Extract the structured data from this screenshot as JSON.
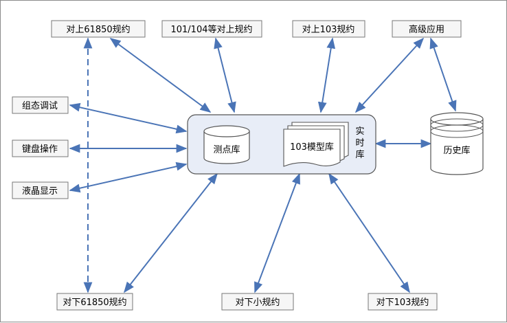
{
  "boxes": {
    "up_61850": "对上61850规约",
    "up_101_104": "101/104等对上规约",
    "up_103": "对上103规约",
    "advanced": "高级应用",
    "config_debug": "组态调试",
    "keyboard": "键盘操作",
    "lcd": "液晶显示",
    "down_61850": "对下61850规约",
    "down_small": "对下小规约",
    "down_103": "对下103规约"
  },
  "core": {
    "point_db": "测点库",
    "model_db": "103模型库",
    "realtime_db_chars": [
      "实",
      "时",
      "库"
    ]
  },
  "history_db": "历史库",
  "colors": {
    "arrow": "#4a74b6",
    "core_fill": "#e8edf7",
    "border": "#555555"
  }
}
